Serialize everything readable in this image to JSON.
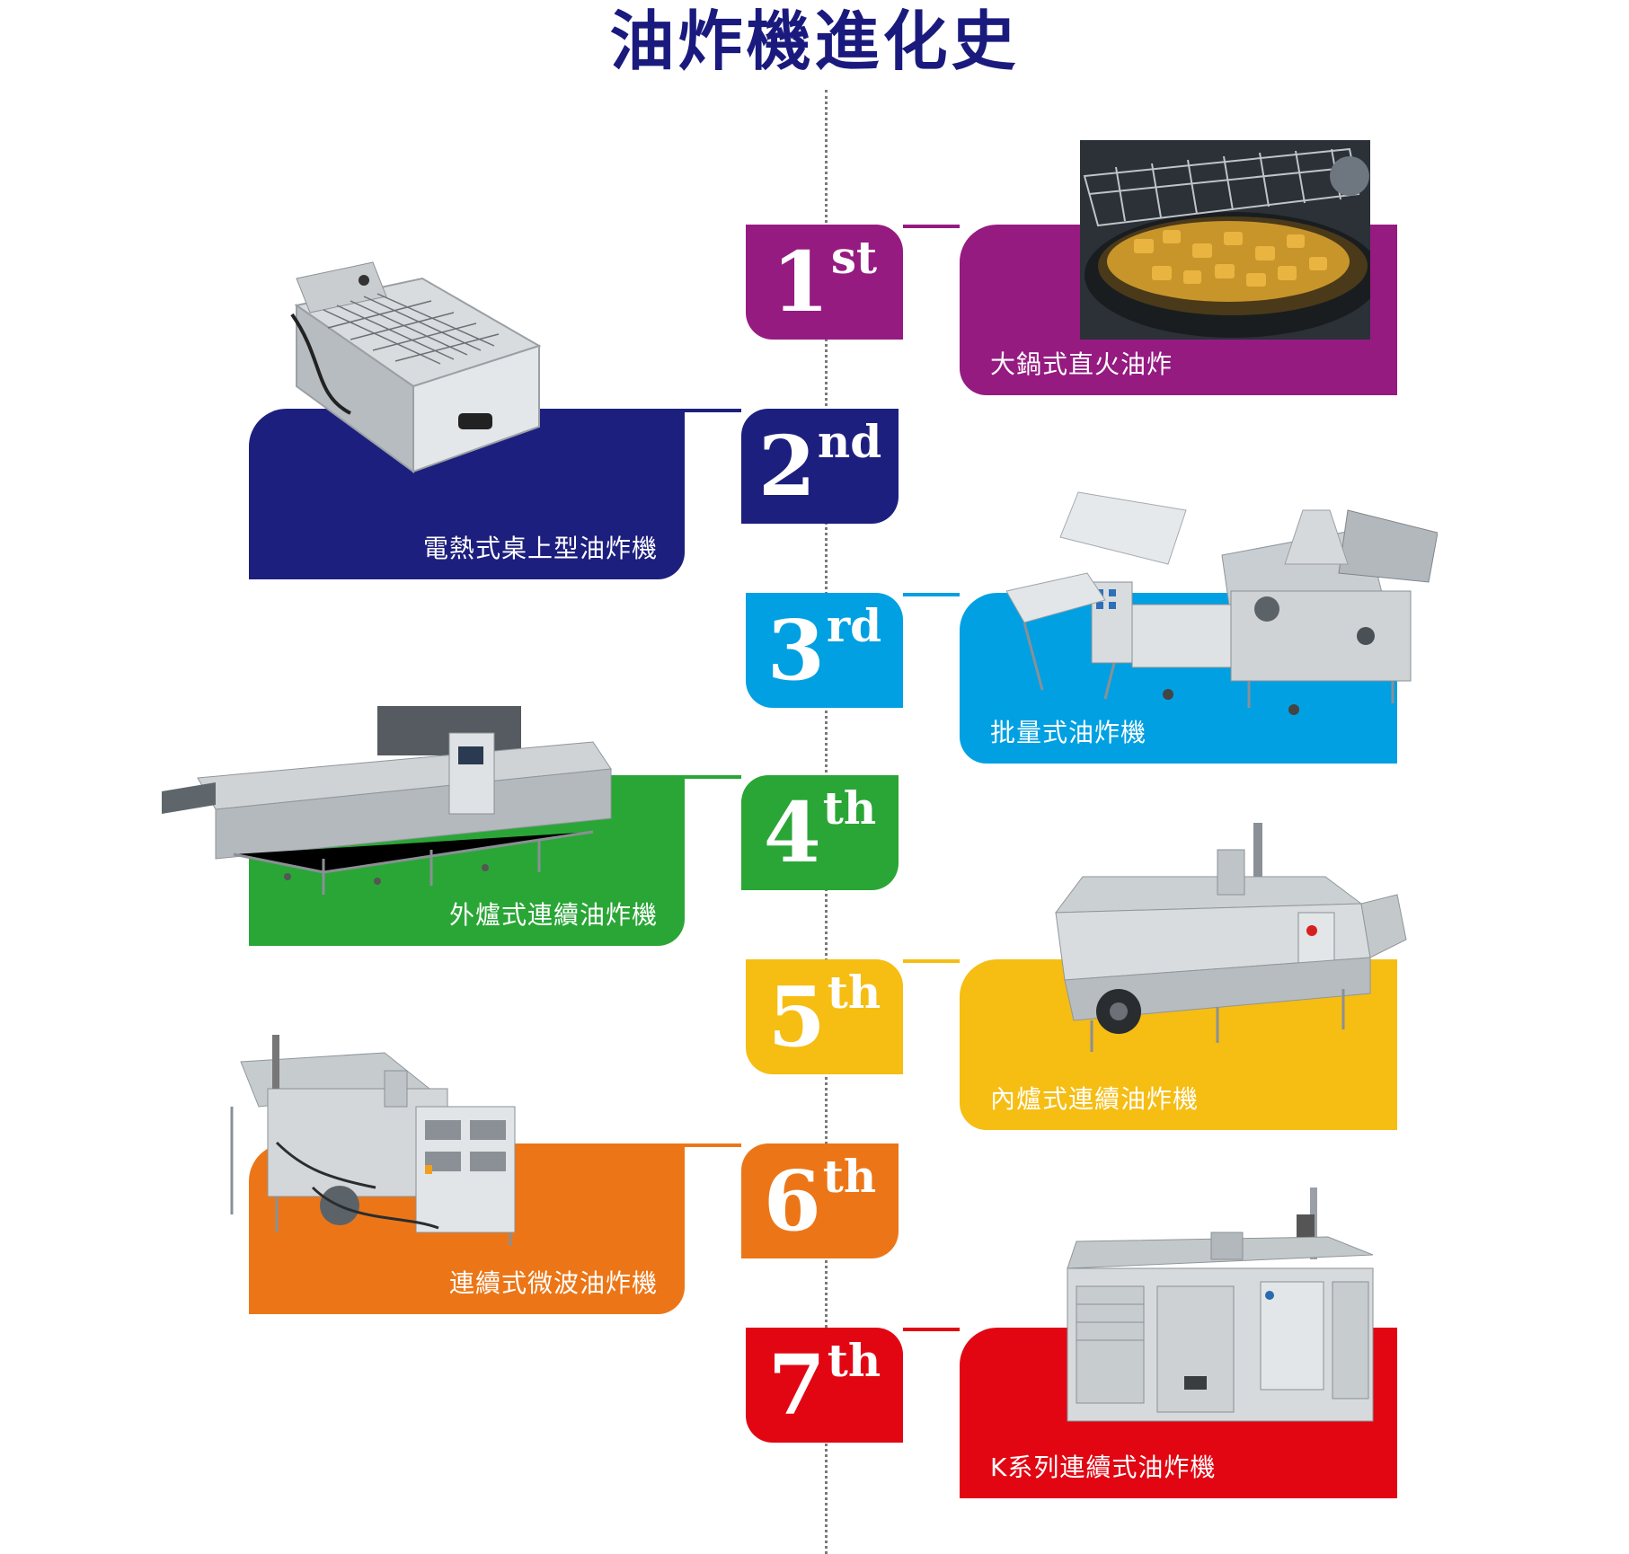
{
  "title": "油炸機進化史",
  "colors": {
    "title": "#1a1a7e",
    "timeline": "#7a7a7a",
    "gen1": "#951b81",
    "gen2": "#1d1f7e",
    "gen3": "#00a0e2",
    "gen4": "#2aa637",
    "gen5": "#f6bd13",
    "gen6": "#ec7617",
    "gen7": "#e20613"
  },
  "generations": [
    {
      "num": "1",
      "suffix": "st",
      "label": "大鍋式直火油炸",
      "side": "right",
      "image": "frying-pot-photo"
    },
    {
      "num": "2",
      "suffix": "nd",
      "label": "電熱式桌上型油炸機",
      "side": "left",
      "image": "tabletop-fryer-photo"
    },
    {
      "num": "3",
      "suffix": "rd",
      "label": "批量式油炸機",
      "side": "right",
      "image": "batch-fryer-photo"
    },
    {
      "num": "4",
      "suffix": "th",
      "label": "外爐式連續油炸機",
      "side": "left",
      "image": "external-furnace-fryer-photo"
    },
    {
      "num": "5",
      "suffix": "th",
      "label": "內爐式連續油炸機",
      "side": "right",
      "image": "internal-furnace-fryer-photo"
    },
    {
      "num": "6",
      "suffix": "th",
      "label": "連續式微波油炸機",
      "side": "left",
      "image": "microwave-fryer-photo"
    },
    {
      "num": "7",
      "suffix": "th",
      "label": "K系列連續式油炸機",
      "side": "right",
      "image": "k-series-fryer-photo"
    }
  ]
}
